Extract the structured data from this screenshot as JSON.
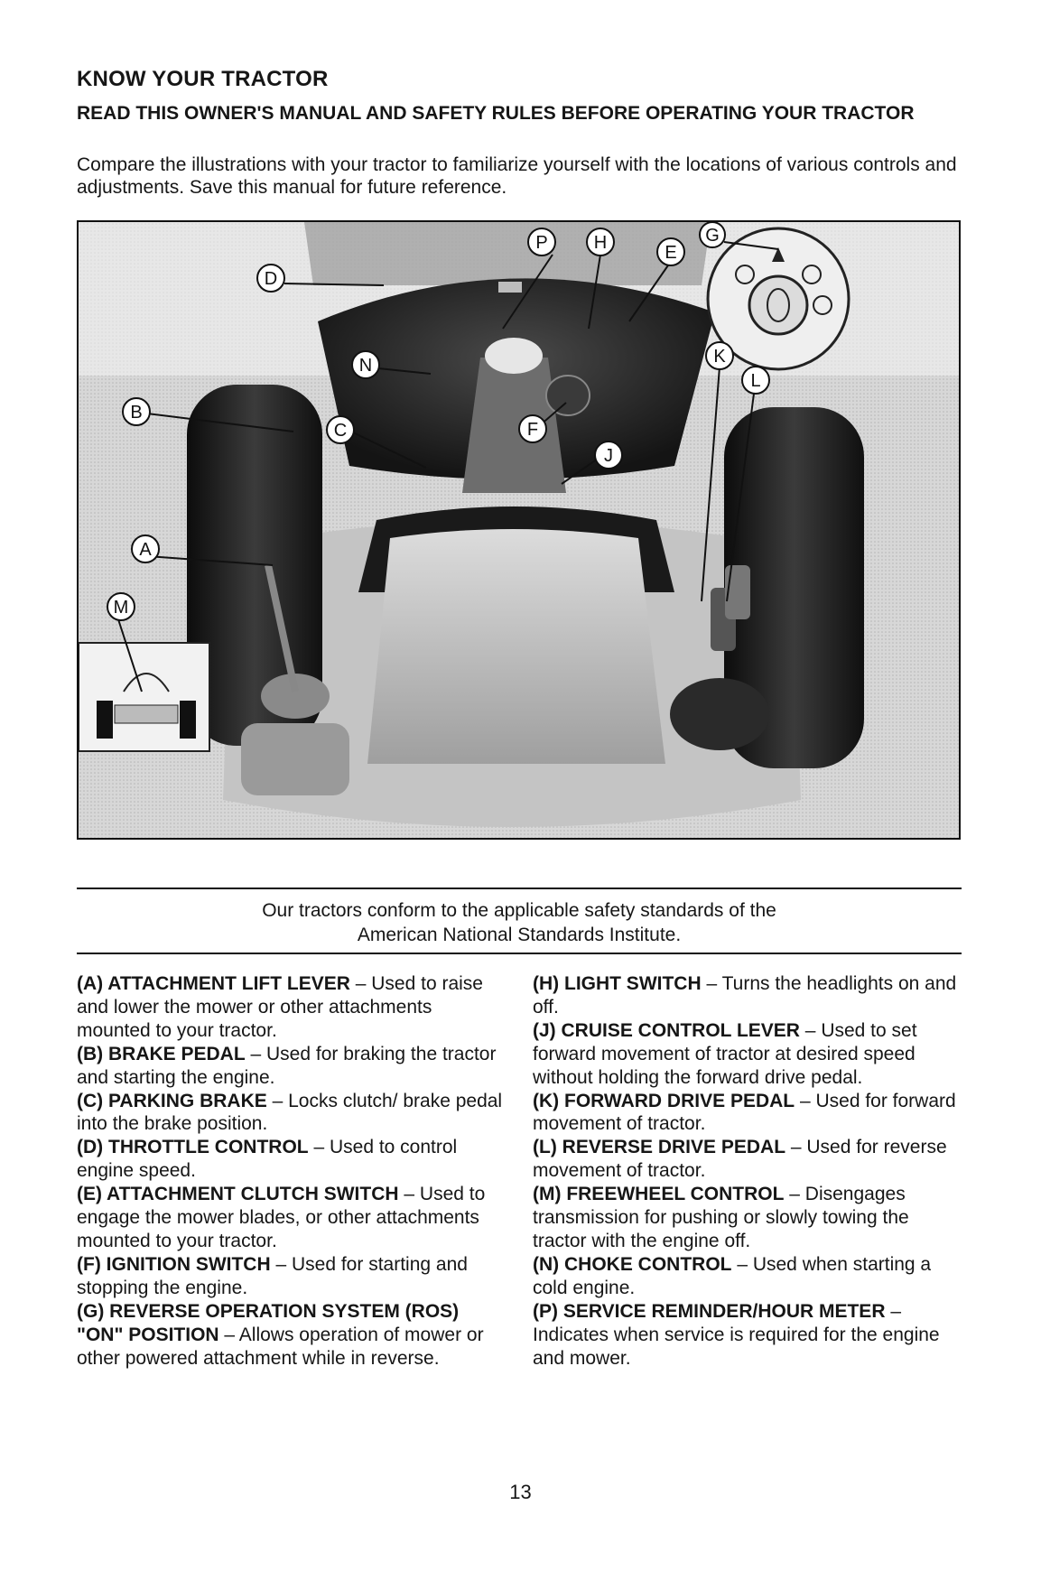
{
  "header": {
    "title": "KNOW YOUR TRACTOR",
    "subtitle": "READ THIS OWNER'S MANUAL AND SAFETY RULES BEFORE OPERATING YOUR TRACTOR",
    "intro": "Compare the illustrations with your tractor to familiarize yourself with the locations of various controls and adjustments. Save this manual for future reference."
  },
  "figure": {
    "callouts": [
      "P",
      "H",
      "E",
      "G",
      "D",
      "N",
      "B",
      "C",
      "F",
      "J",
      "K",
      "L",
      "A",
      "M"
    ]
  },
  "standards_note": {
    "line1": "Our tractors conform to the applicable safety standards of the",
    "line2": "American National Standards Institute."
  },
  "controls_left": [
    {
      "term": "(A) ATTACHMENT LIFT LEVER",
      "desc": " – Used to raise and lower the mower or other attachments mounted to your tractor."
    },
    {
      "term": "(B) BRAKE PEDAL",
      "desc": " – Used for braking the tractor and starting the engine."
    },
    {
      "term": "(C) PARKING BRAKE",
      "desc": " – Locks clutch/ brake pedal into the brake position."
    },
    {
      "term": "(D) THROTTLE CONTROL",
      "desc": " – Used to control engine speed."
    },
    {
      "term": "(E) ATTACHMENT CLUTCH SWITCH",
      "desc": " – Used to engage the mower blades, or other attachments mounted to your tractor."
    },
    {
      "term": "(F) IGNITION SWITCH",
      "desc": " – Used for starting and stopping the engine."
    },
    {
      "term": "(G) REVERSE OPERATION SYSTEM (ROS) \"ON\" POSITION",
      "desc": " – Allows operation of mower or other powered attachment while in reverse."
    }
  ],
  "controls_right": [
    {
      "term": "(H) LIGHT SWITCH",
      "desc": " – Turns the headlights on and off."
    },
    {
      "term": "(J) CRUISE CONTROL LEVER",
      "desc": " – Used to set forward movement of tractor at desired speed without holding the forward drive pedal."
    },
    {
      "term": "(K) FORWARD DRIVE PEDAL",
      "desc": " – Used for forward movement of tractor."
    },
    {
      "term": "(L) REVERSE DRIVE PEDAL",
      "desc": " – Used for reverse movement of tractor."
    },
    {
      "term": "(M) FREEWHEEL CONTROL",
      "desc": " – Disengages transmission for pushing or slowly towing the tractor with the engine off."
    },
    {
      "term": "(N) CHOKE CONTROL",
      "desc": " – Used when starting a cold engine."
    },
    {
      "term": "(P) SERVICE REMINDER/HOUR METER",
      "desc": " – Indicates when service is required for the engine and mower."
    }
  ],
  "page_number": "13"
}
